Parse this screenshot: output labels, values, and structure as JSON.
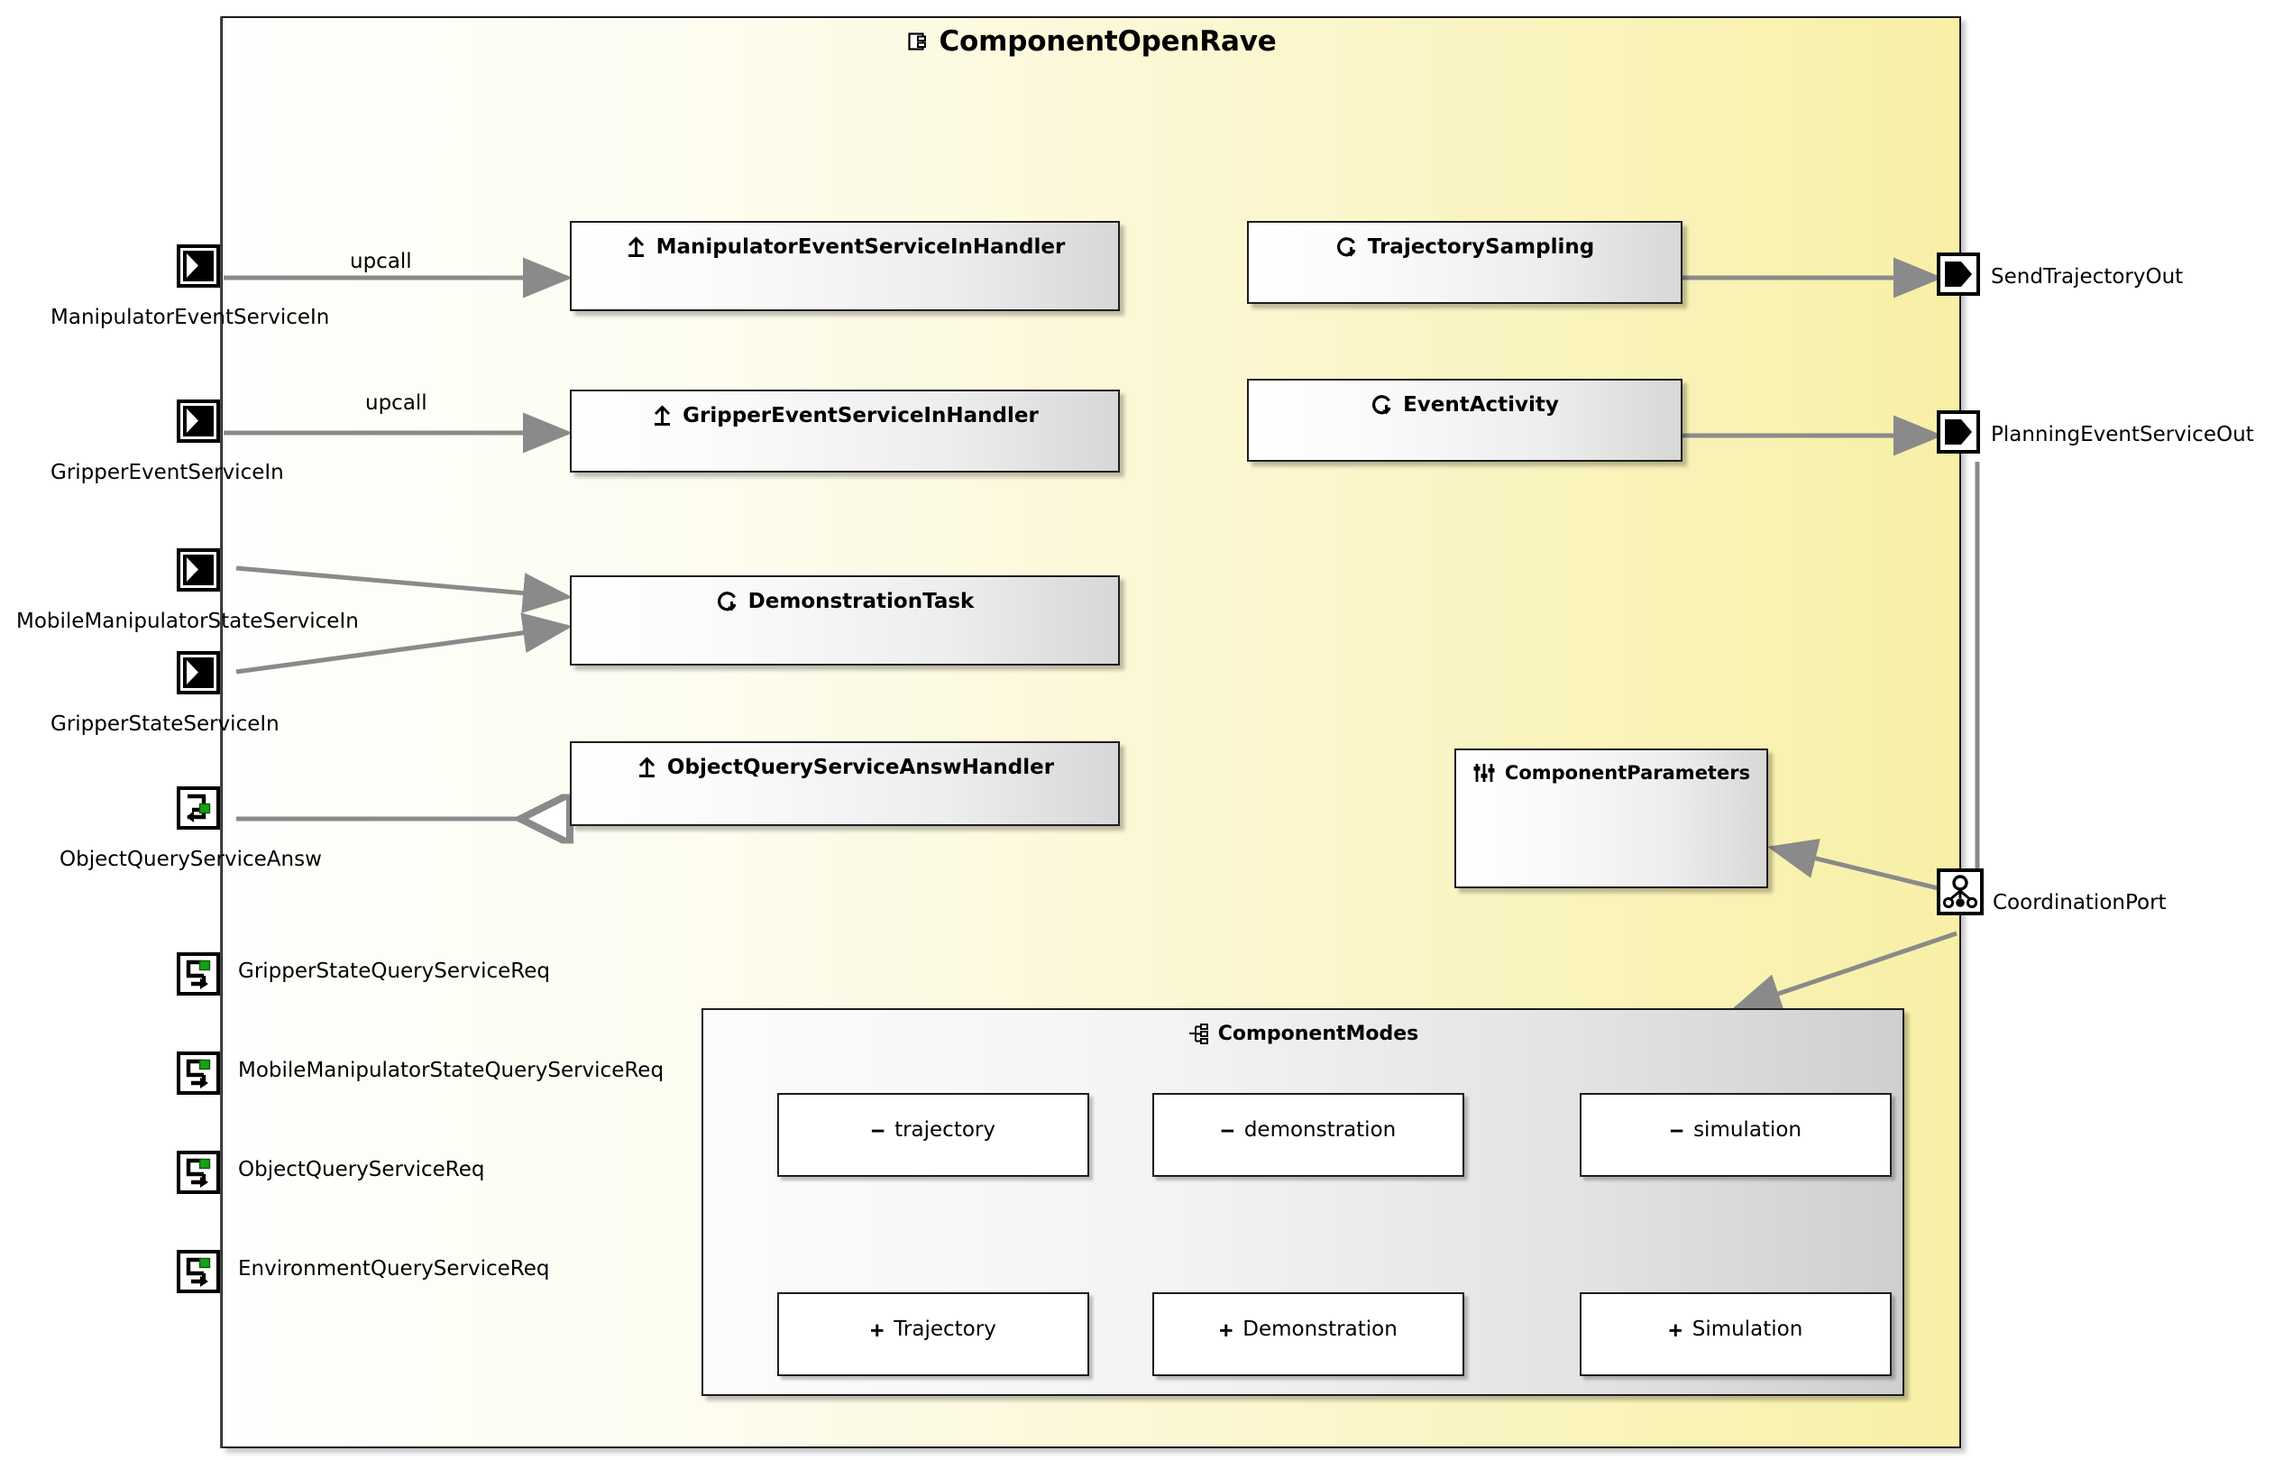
{
  "component": {
    "name": "ComponentOpenRave",
    "icon": "component-icon",
    "fill_left": "#fefefd",
    "fill_right": "#f8f0a6",
    "border": "#1a1a1a"
  },
  "input_ports": [
    {
      "id": "manipulator-event-service-in",
      "label": "ManipulatorEventServiceIn",
      "icon": "input-port-icon"
    },
    {
      "id": "gripper-event-service-in",
      "label": "GripperEventServiceIn",
      "icon": "input-port-icon"
    },
    {
      "id": "mobile-manipulator-state-service-in",
      "label": "MobileManipulatorStateServiceIn",
      "icon": "input-port-icon"
    },
    {
      "id": "gripper-state-service-in",
      "label": "GripperStateServiceIn",
      "icon": "input-port-icon"
    }
  ],
  "answer_ports": [
    {
      "id": "object-query-service-answ",
      "label": "ObjectQueryServiceAnsw",
      "icon": "answer-port-icon"
    }
  ],
  "request_ports": [
    {
      "id": "gripper-state-query-service-req",
      "label": "GripperStateQueryServiceReq",
      "icon": "request-port-icon"
    },
    {
      "id": "mobile-manipulator-state-query-service-req",
      "label": "MobileManipulatorStateQueryServiceReq",
      "icon": "request-port-icon"
    },
    {
      "id": "object-query-service-req",
      "label": "ObjectQueryServiceReq",
      "icon": "request-port-icon"
    },
    {
      "id": "environment-query-service-req",
      "label": "EnvironmentQueryServiceReq",
      "icon": "request-port-icon"
    }
  ],
  "output_ports": [
    {
      "id": "send-trajectory-out",
      "label": "SendTrajectoryOut",
      "icon": "output-port-icon"
    },
    {
      "id": "planning-event-service-out",
      "label": "PlanningEventServiceOut",
      "icon": "output-port-icon"
    }
  ],
  "coordination_port": {
    "id": "coordination-port",
    "label": "CoordinationPort",
    "icon": "coordination-port-icon"
  },
  "handlers": [
    {
      "id": "manipulator-event-service-in-handler",
      "label": "ManipulatorEventServiceInHandler",
      "icon": "upcall-handler-icon"
    },
    {
      "id": "gripper-event-service-in-handler",
      "label": "GripperEventServiceInHandler",
      "icon": "upcall-handler-icon"
    },
    {
      "id": "object-query-service-answ-handler",
      "label": "ObjectQueryServiceAnswHandler",
      "icon": "upcall-handler-icon"
    }
  ],
  "activities": [
    {
      "id": "demonstration-task",
      "label": "DemonstrationTask",
      "icon": "activity-cycle-icon"
    },
    {
      "id": "trajectory-sampling",
      "label": "TrajectorySampling",
      "icon": "activity-cycle-icon"
    },
    {
      "id": "event-activity",
      "label": "EventActivity",
      "icon": "activity-cycle-icon"
    }
  ],
  "parameters_box": {
    "id": "component-parameters",
    "label": "ComponentParameters",
    "icon": "sliders-icon"
  },
  "modes": {
    "title": "ComponentModes",
    "icon": "modes-tree-icon",
    "items": [
      {
        "id": "mode-trajectory-lower",
        "label": "trajectory",
        "visibility": "−"
      },
      {
        "id": "mode-demonstration-lower",
        "label": "demonstration",
        "visibility": "−"
      },
      {
        "id": "mode-simulation-lower",
        "label": "simulation",
        "visibility": "−"
      },
      {
        "id": "mode-trajectory-upper",
        "label": "Trajectory",
        "visibility": "+"
      },
      {
        "id": "mode-demonstration-upper",
        "label": "Demonstration",
        "visibility": "+"
      },
      {
        "id": "mode-simulation-upper",
        "label": "Simulation",
        "visibility": "+"
      }
    ]
  },
  "edge_labels": [
    {
      "id": "upcall-manipulator",
      "label": "upcall"
    },
    {
      "id": "upcall-gripper",
      "label": "upcall"
    }
  ]
}
